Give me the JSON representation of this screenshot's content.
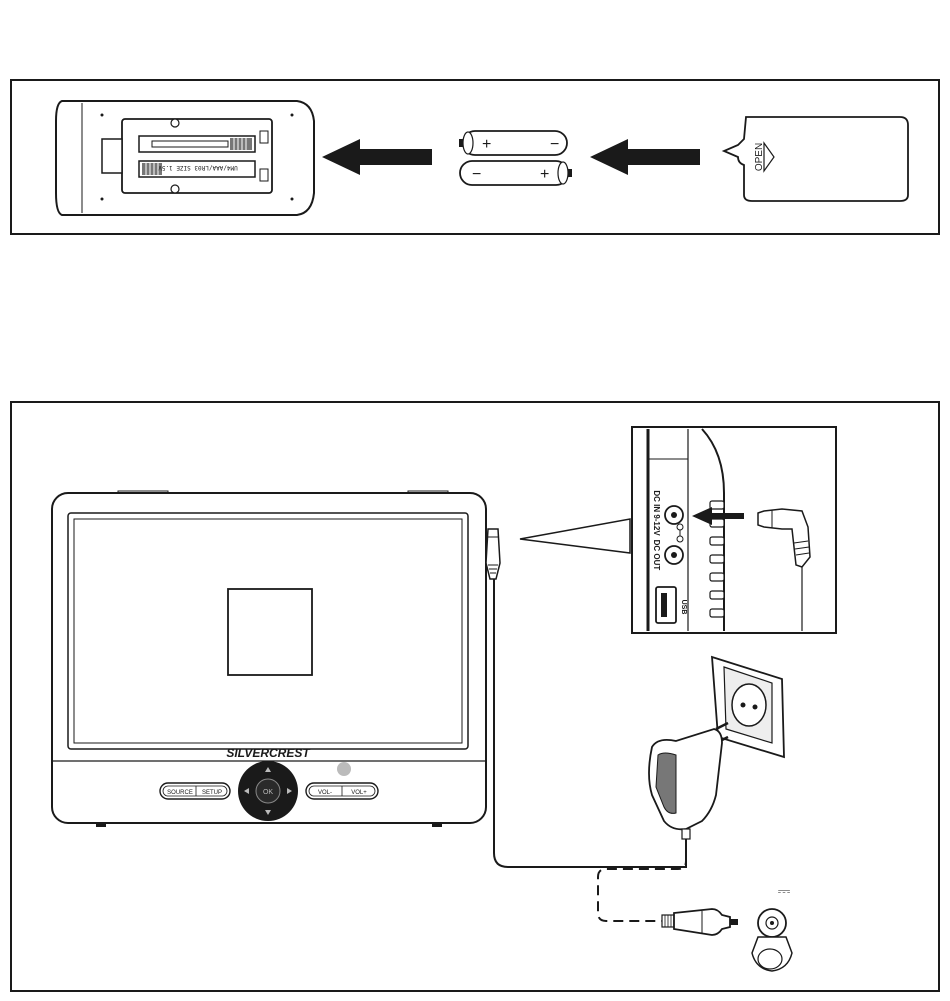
{
  "battery_insertion": {
    "battery_top": {
      "plus": "+",
      "minus": "−"
    },
    "battery_bottom": {
      "plus": "+",
      "minus": "−"
    },
    "cover_label": "OPEN",
    "compartment_label": "UM4/AAA/LR03 SIZE 1.5V"
  },
  "power_connection": {
    "brand": "SILVERCREST",
    "buttons": {
      "source": "SOURCE",
      "setup": "SETUP",
      "ok": "OK",
      "vol_minus": "VOL-",
      "vol_plus": "VOL+"
    },
    "ports": {
      "dc_in": "DC IN 9-12V",
      "dc_out": "DC OUT",
      "usb": "USB"
    },
    "dc_symbol": "⎓"
  }
}
